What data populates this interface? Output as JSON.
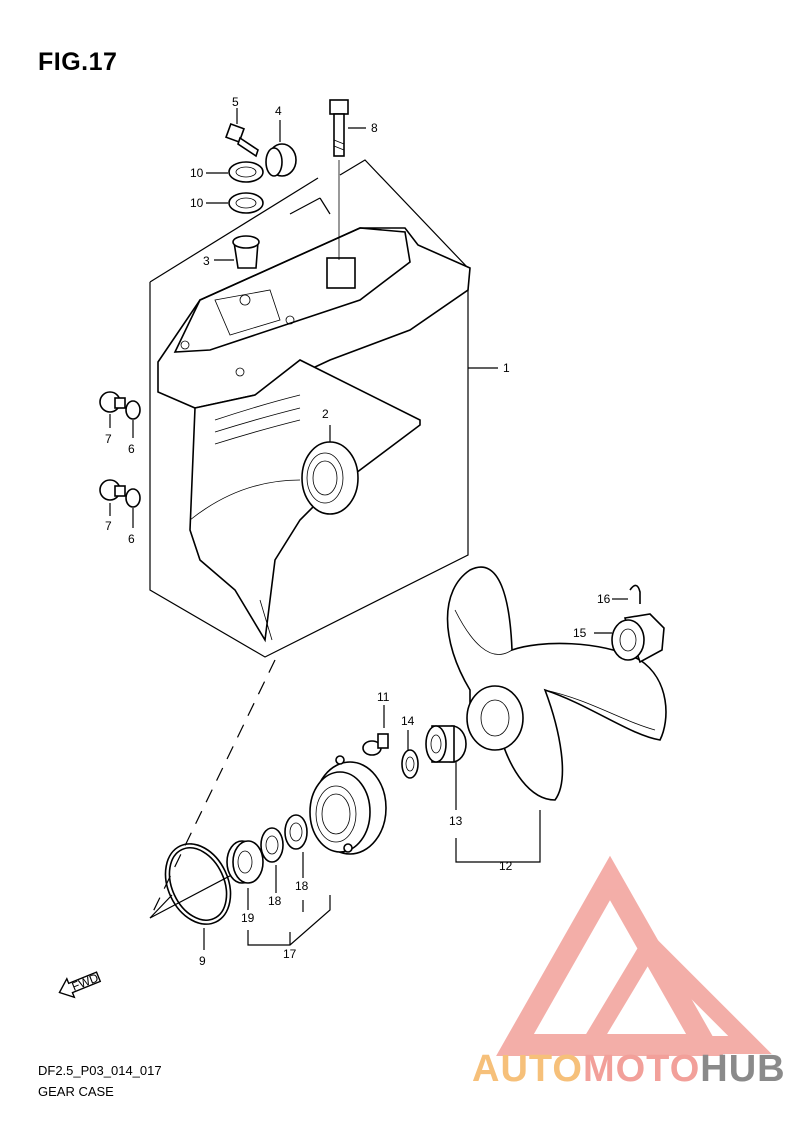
{
  "figure": {
    "title": "FIG.17",
    "code": "DF2.5_P03_014_017",
    "name": "GEAR CASE"
  },
  "watermark": {
    "part1": "AUTO",
    "part2": "MOTO",
    "part3": "HUB",
    "colors": {
      "auto": "#f6c07a",
      "moto": "#f2a09a",
      "hub": "#8a8a8a",
      "logo": "#f2a09a"
    }
  },
  "fwd_label": "FWD",
  "callouts": [
    {
      "id": "c1",
      "label": "1"
    },
    {
      "id": "c2",
      "label": "2"
    },
    {
      "id": "c3",
      "label": "3"
    },
    {
      "id": "c4",
      "label": "4"
    },
    {
      "id": "c5",
      "label": "5"
    },
    {
      "id": "c6a",
      "label": "6"
    },
    {
      "id": "c6b",
      "label": "6"
    },
    {
      "id": "c7a",
      "label": "7"
    },
    {
      "id": "c7b",
      "label": "7"
    },
    {
      "id": "c8",
      "label": "8"
    },
    {
      "id": "c9",
      "label": "9"
    },
    {
      "id": "c10a",
      "label": "10"
    },
    {
      "id": "c10b",
      "label": "10"
    },
    {
      "id": "c11",
      "label": "11"
    },
    {
      "id": "c12",
      "label": "12"
    },
    {
      "id": "c13",
      "label": "13"
    },
    {
      "id": "c14",
      "label": "14"
    },
    {
      "id": "c15",
      "label": "15"
    },
    {
      "id": "c16",
      "label": "16"
    },
    {
      "id": "c17",
      "label": "17"
    },
    {
      "id": "c18a",
      "label": "18"
    },
    {
      "id": "c18b",
      "label": "18"
    },
    {
      "id": "c19",
      "label": "19"
    }
  ]
}
